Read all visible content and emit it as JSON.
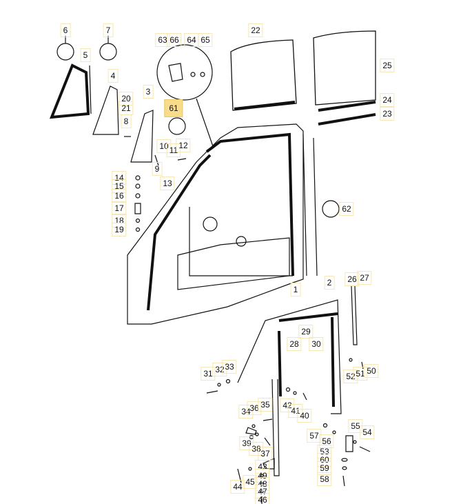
{
  "diagram": {
    "title": "",
    "highlight_color": "#f8dc8c",
    "highlighted_part": "61",
    "part_labels": [
      "6",
      "7",
      "5",
      "4",
      "3",
      "20",
      "21",
      "8",
      "63",
      "66",
      "64",
      "65",
      "61",
      "22",
      "25",
      "24",
      "23",
      "10",
      "11",
      "12",
      "9",
      "13",
      "14",
      "15",
      "16",
      "17",
      "18",
      "19",
      "62",
      "1",
      "2",
      "26",
      "27",
      "29",
      "28",
      "30",
      "31",
      "32",
      "33",
      "52",
      "51",
      "50",
      "34",
      "36",
      "35",
      "42",
      "41",
      "40",
      "39",
      "38",
      "37",
      "57",
      "56",
      "55",
      "54",
      "53",
      "60",
      "59",
      "58",
      "43",
      "49",
      "48",
      "47",
      "46",
      "44",
      "45"
    ]
  }
}
